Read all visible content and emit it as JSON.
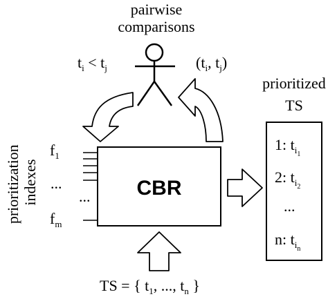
{
  "human": {
    "label_line1": "pairwise",
    "label_line2": "comparisons",
    "lt_left": "t",
    "lt_left_sub": "i",
    "lt_op": " < ",
    "lt_right": "t",
    "lt_right_sub": "j",
    "pair_open": "(t",
    "pair_sub_i": "i",
    "pair_mid": ", t",
    "pair_sub_j": "j",
    "pair_close": ")"
  },
  "cbr": {
    "label": "CBR"
  },
  "indexes": {
    "title_line1": "prioritization",
    "title_line2": "indexes",
    "f_first": "f",
    "f_first_sub": "1",
    "dots_upper": "...",
    "dots_middle": "...",
    "f_last": "f",
    "f_last_sub": "m"
  },
  "input_ts": {
    "prefix": "TS = { t",
    "sub_first": "1",
    "middle": ", ..., t",
    "sub_last": "n",
    "suffix": " }"
  },
  "output_ts": {
    "title_line1": "prioritized",
    "title_line2": "TS",
    "items": [
      {
        "prefix": "1: t",
        "sub": "i",
        "subsub": "1"
      },
      {
        "prefix": "2: t",
        "sub": "i",
        "subsub": "2"
      },
      {
        "prefix": "n: t",
        "sub": "i",
        "subsub": "n"
      }
    ],
    "dots": "..."
  }
}
